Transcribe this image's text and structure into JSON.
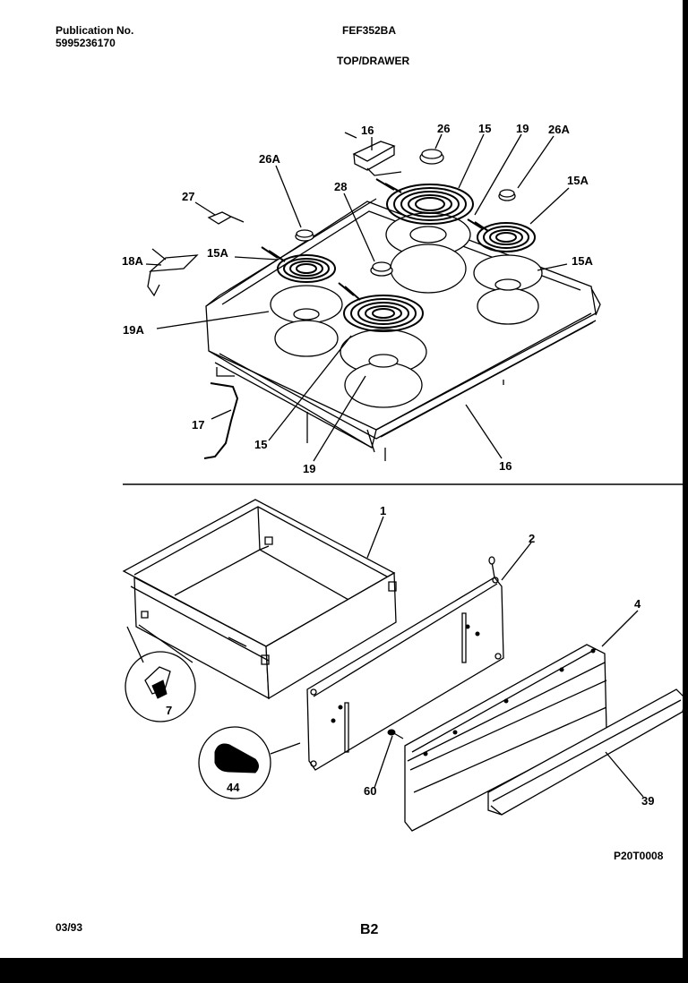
{
  "header": {
    "publication_label": "Publication No.",
    "publication_number": "5995236170",
    "model": "FEF352BA",
    "section_title": "TOP/DRAWER"
  },
  "footer": {
    "date": "03/93",
    "page": "B2",
    "drawing_code": "P20T0008"
  },
  "callouts": {
    "c16_top": "16",
    "c26_top": "26",
    "c15_top": "15",
    "c19_top": "19",
    "c26a_right": "26A",
    "c26a_left": "26A",
    "c15a_right_top": "15A",
    "c27": "27",
    "c28": "28",
    "c18a": "18A",
    "c15a_left": "15A",
    "c15a_right": "15A",
    "c19a": "19A",
    "c17": "17",
    "c15_bottom": "15",
    "c19_bottom": "19",
    "c16_bottom": "16",
    "c1": "1",
    "c2": "2",
    "c4": "4",
    "c7": "7",
    "c44": "44",
    "c60": "60",
    "c39": "39"
  }
}
